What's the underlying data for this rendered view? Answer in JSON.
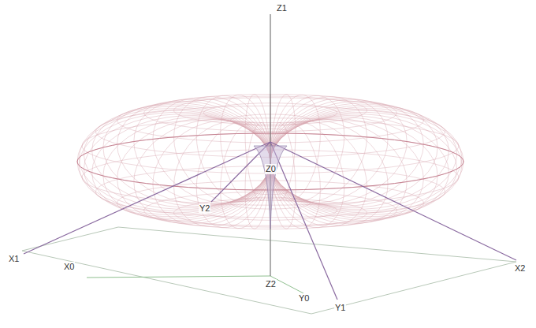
{
  "diagram": {
    "labels": [
      "Z1",
      "Z0",
      "Y2",
      "X1",
      "X0",
      "Z2",
      "Y0",
      "Y1",
      "X2"
    ]
  }
}
